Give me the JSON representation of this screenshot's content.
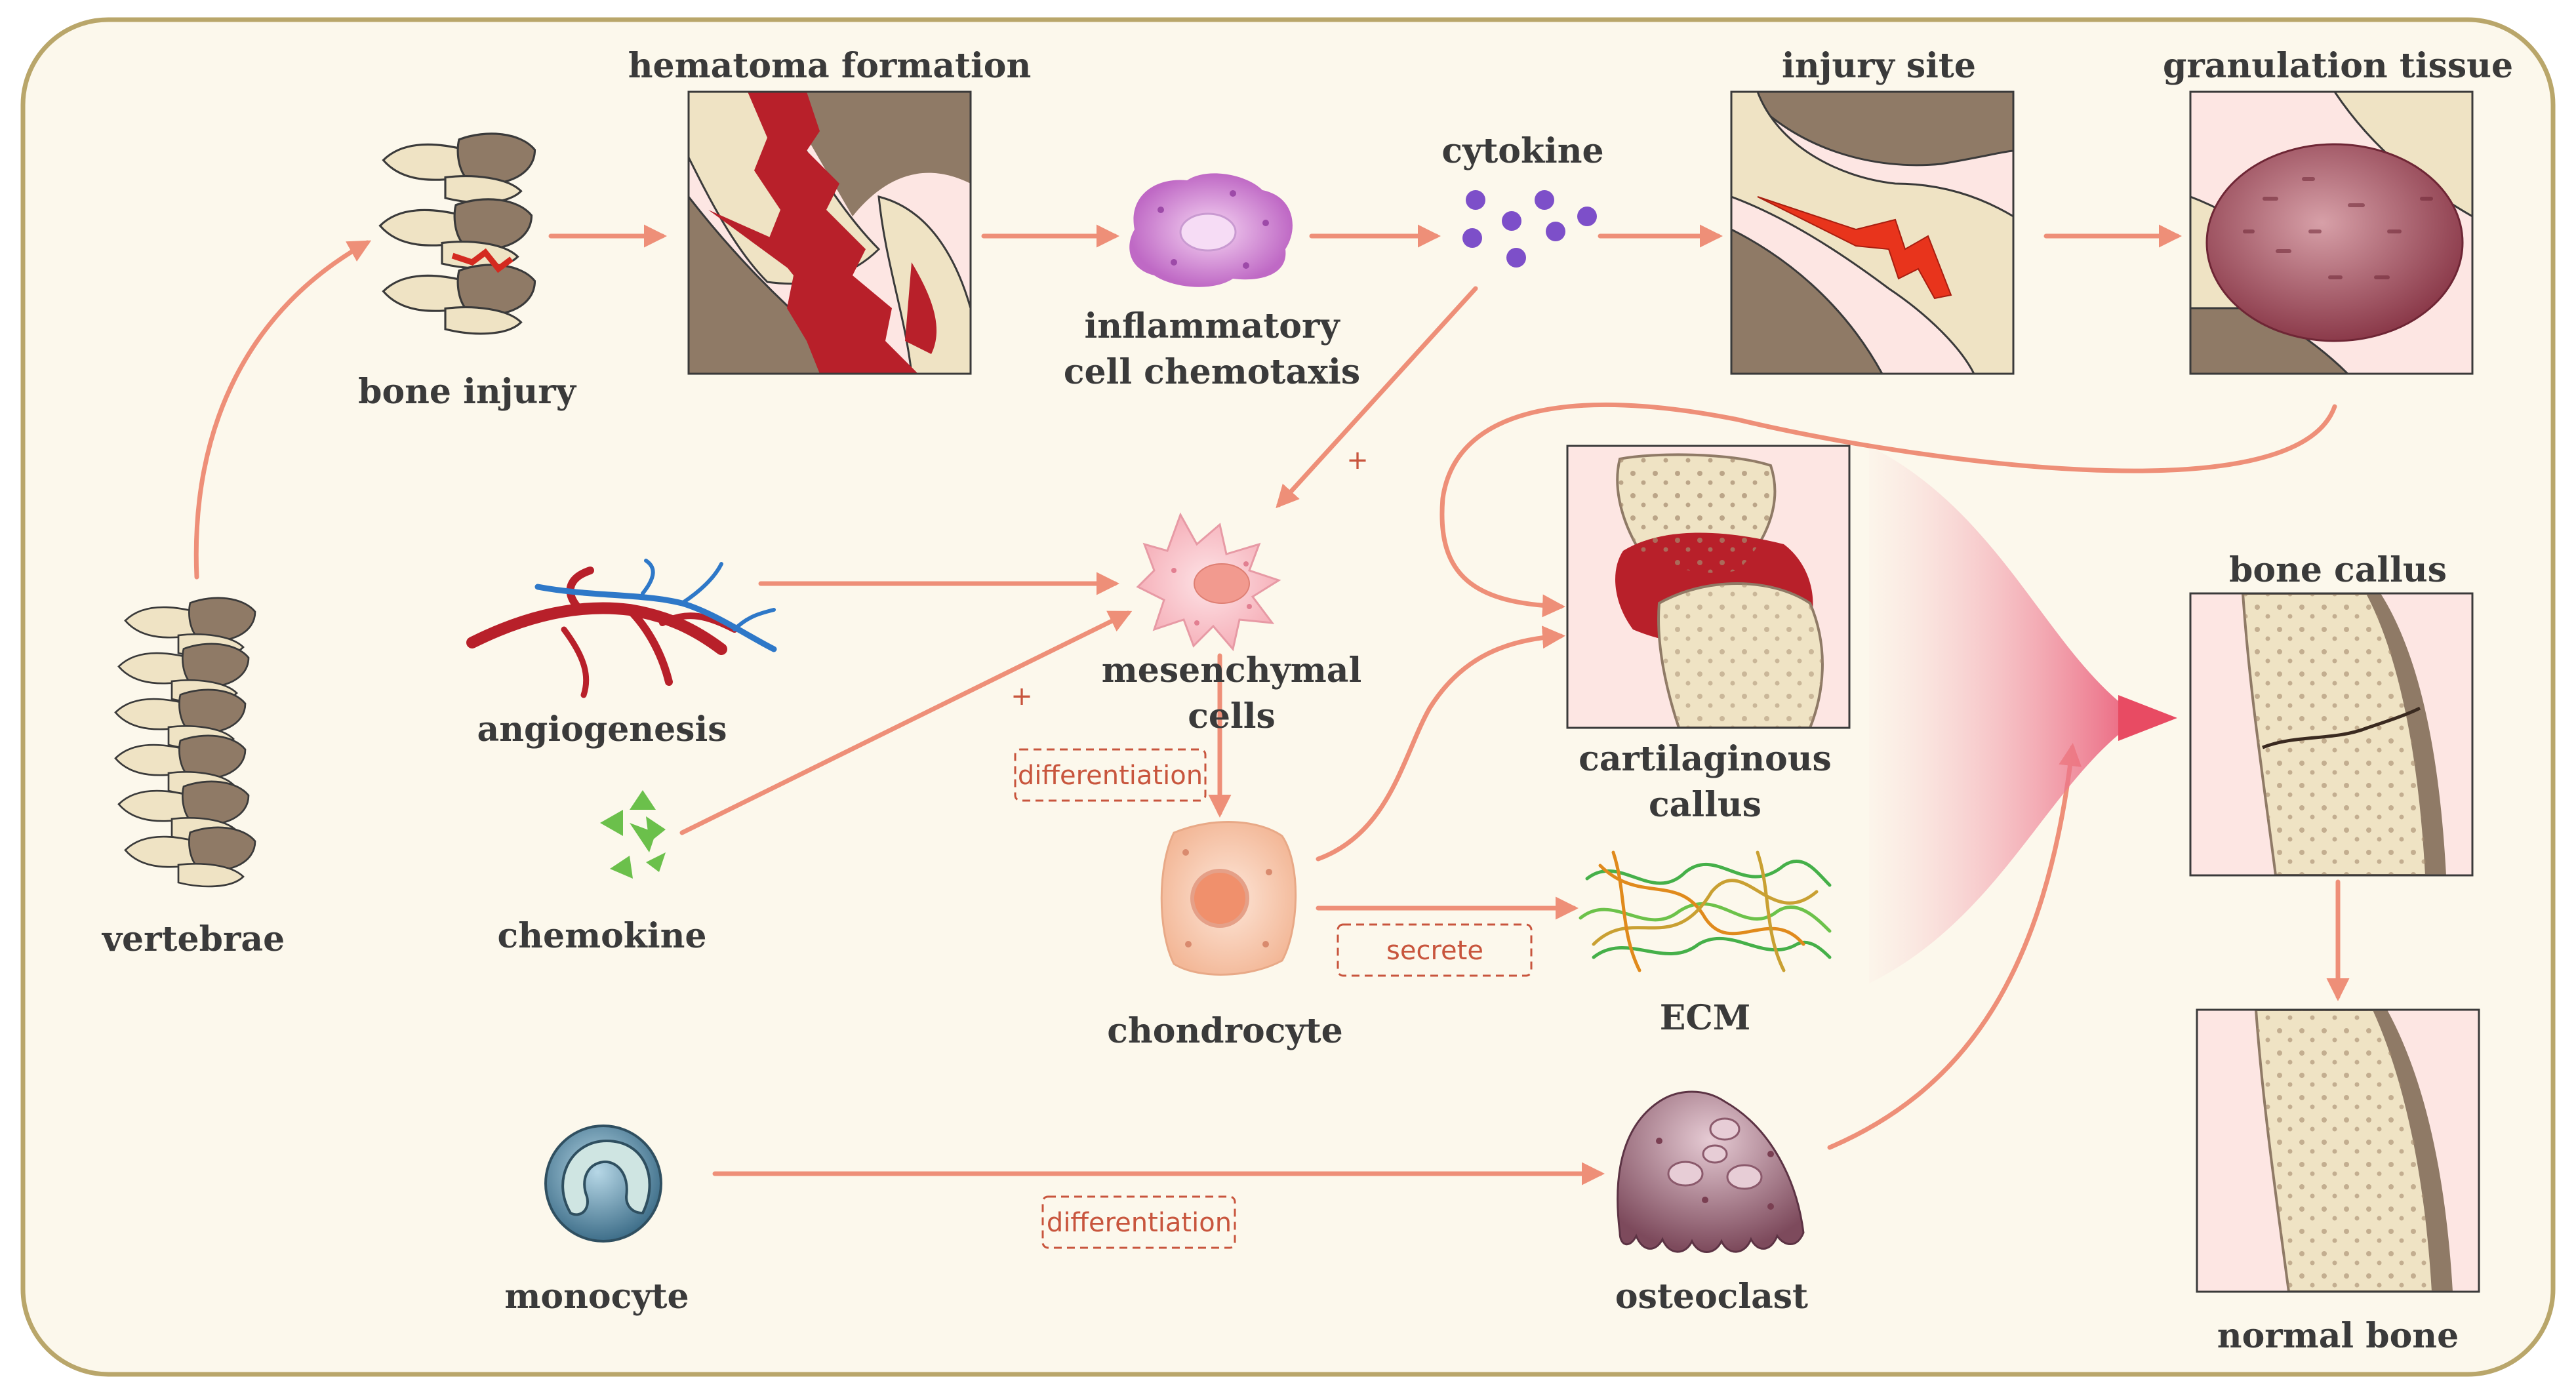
{
  "labels": {
    "vertebrae": "vertebrae",
    "bone_injury": "bone injury",
    "hematoma_formation": "hematoma formation",
    "inflammatory_line1": "inflammatory",
    "inflammatory_line2": "cell chemotaxis",
    "cytokine": "cytokine",
    "injury_site": "injury site",
    "granulation_tissue": "granulation tissue",
    "angiogenesis": "angiogenesis",
    "chemokine": "chemokine",
    "mesenchymal_line1": "mesenchymal",
    "mesenchymal_line2": "cells",
    "cartilaginous_line1": "cartilaginous",
    "cartilaginous_line2": "callus",
    "bone_callus": "bone callus",
    "normal_bone": "normal bone",
    "chondrocyte": "chondrocyte",
    "ecm": "ECM",
    "monocyte": "monocyte",
    "osteoclast": "osteoclast"
  },
  "process_boxes": {
    "differentiation_upper": "differentiation",
    "secrete": "secrete",
    "differentiation_lower": "differentiation"
  },
  "signs": {
    "plus_cytokine": "+",
    "plus_chemokine": "+"
  },
  "colors": {
    "background": "#fcf8ec",
    "border": "#b9a66a",
    "arrow": "#ee8f78",
    "label_text": "#3a3a3a",
    "box_text": "#c8553d",
    "bone": "#efe3c4",
    "bone_shadow": "#8f7a66",
    "blood": "#b8202a",
    "vein": "#2e78c8",
    "cytokine_dot": "#7d4fc9",
    "chemokine_triangle": "#6bc04b"
  }
}
